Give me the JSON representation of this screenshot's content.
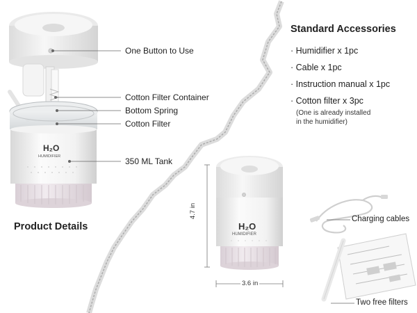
{
  "callouts": {
    "button": "One Button to Use",
    "filter_container": "Cotton Filter Container",
    "spring": "Bottom Spring",
    "filter": "Cotton Filter",
    "tank": "350 ML Tank"
  },
  "product_details_title": "Product Details",
  "device_branding": {
    "h2o": "H₂O",
    "sub": "HUMIDIFIER"
  },
  "accessories": {
    "title": "Standard Accessories",
    "items": [
      "· Humidifier x 1pc",
      "· Cable x 1pc",
      "· Instruction manual x 1pc",
      "· Cotton filter x 3pc"
    ],
    "note_line1": "(One is already installed",
    "note_line2": "in the humidifier)"
  },
  "dimensions": {
    "height": "4.7 in",
    "width": "3.6 in"
  },
  "labels": {
    "charging": "Charging cables",
    "filters": "Two free filters"
  },
  "colors": {
    "body": "#f4f4f4",
    "shadow": "#d9d9d9",
    "pink_light": "#f2eef1",
    "pink_base": "#e6dde3",
    "line": "#666666"
  }
}
